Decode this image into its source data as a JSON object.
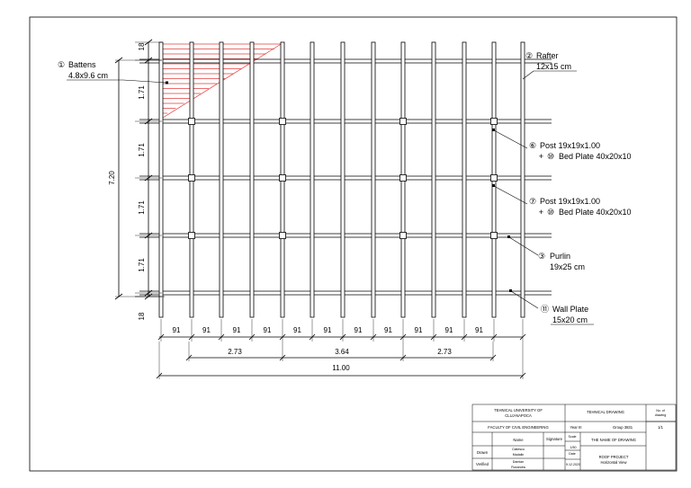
{
  "drawing": {
    "callouts": {
      "battens": {
        "marker": "①",
        "name": "Battens",
        "size": "4.8x9.6 cm"
      },
      "rafter": {
        "marker": "②",
        "name": "Rafter",
        "size": "12x15 cm"
      },
      "post6": {
        "marker": "⑥",
        "name": "Post 19x19x1.00",
        "extra_marker": "⑩",
        "extra": "Bed Plate 40x20x10"
      },
      "post7": {
        "marker": "⑦",
        "name": "Post 19x19x1.00",
        "extra_marker": "⑩",
        "extra": "Bed Plate 40x20x10"
      },
      "purlin": {
        "marker": "③",
        "name": "Purlin",
        "size": "19x25 cm"
      },
      "wallplate": {
        "marker": "⑪",
        "name": "Wall Plate",
        "size": "15x20 cm"
      }
    },
    "dimensions": {
      "left_segments": [
        "18",
        "1.71",
        "1.71",
        "1.71",
        "1.71",
        "18"
      ],
      "left_total": "7.20",
      "bottom_segments": [
        "91",
        "91",
        "91",
        "91",
        "91",
        "91",
        "91",
        "91",
        "91",
        "91",
        "91"
      ],
      "bottom_groups": [
        "2.73",
        "3.64",
        "2.73"
      ],
      "bottom_total": "11.00"
    }
  },
  "title_block": {
    "university": "TEHNICAL UNIVERSITY OF CLUJ-NAPOCA",
    "university_line1": "TEHNICAL UNIVERSITY OF",
    "university_line2": "CLUJ-NAPOCA",
    "drawing_type": "TEHNICAL DRAWING",
    "no_of_drawing_label1": "No. of",
    "no_of_drawing_label2": "drawing",
    "faculty": "FACULTY OF CIVIL ENGINEERING",
    "year": "Year III",
    "group": "Group 3831",
    "sheet": "1/1",
    "col_name": "Name",
    "col_signature": "Signature",
    "scale_label": "Scale",
    "scale_value": "1/50",
    "date_label": "Date",
    "date_value": "9.12.2020",
    "drawing_name": "THE NAME OF DRAWING",
    "drawn_label": "Drawn",
    "drawn_name1": "Clatescu",
    "drawn_name2": "Madalin",
    "verified_label": "Verified",
    "verified_name1": "Damian",
    "verified_name2": "Ruxandra",
    "project1": "ROOF PROJECT",
    "project2": "Horizontal View"
  }
}
